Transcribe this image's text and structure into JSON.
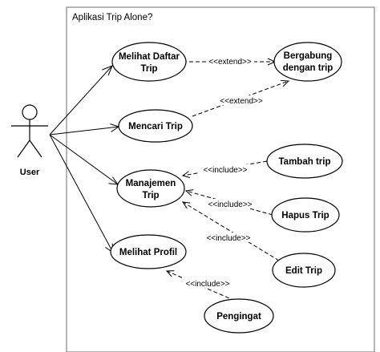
{
  "system": {
    "title": "Aplikasi Trip Alone?"
  },
  "actor": {
    "name": "User",
    "icon": "stick-figure-icon"
  },
  "use_cases": {
    "melihat_daftar_trip": [
      "Melihat Daftar",
      "Trip"
    ],
    "bergabung_dengan_trip": [
      "Bergabung",
      "dengan trip"
    ],
    "mencari_trip": [
      "Mencari Trip"
    ],
    "manajemen_trip": [
      "Manajemen",
      "Trip"
    ],
    "tambah_trip": [
      "Tambah trip"
    ],
    "hapus_trip": [
      "Hapus Trip"
    ],
    "edit_trip": [
      "Edit Trip"
    ],
    "melihat_profil": [
      "Melihat Profil"
    ],
    "pengingat": [
      "Pengingat"
    ]
  },
  "relations": {
    "extend_1": "<<extend>>",
    "extend_2": "<<extend>>",
    "include_1": "<<include>>",
    "include_2": "<<include>>",
    "include_3": "<<include>>",
    "include_4": "<<include>>"
  }
}
